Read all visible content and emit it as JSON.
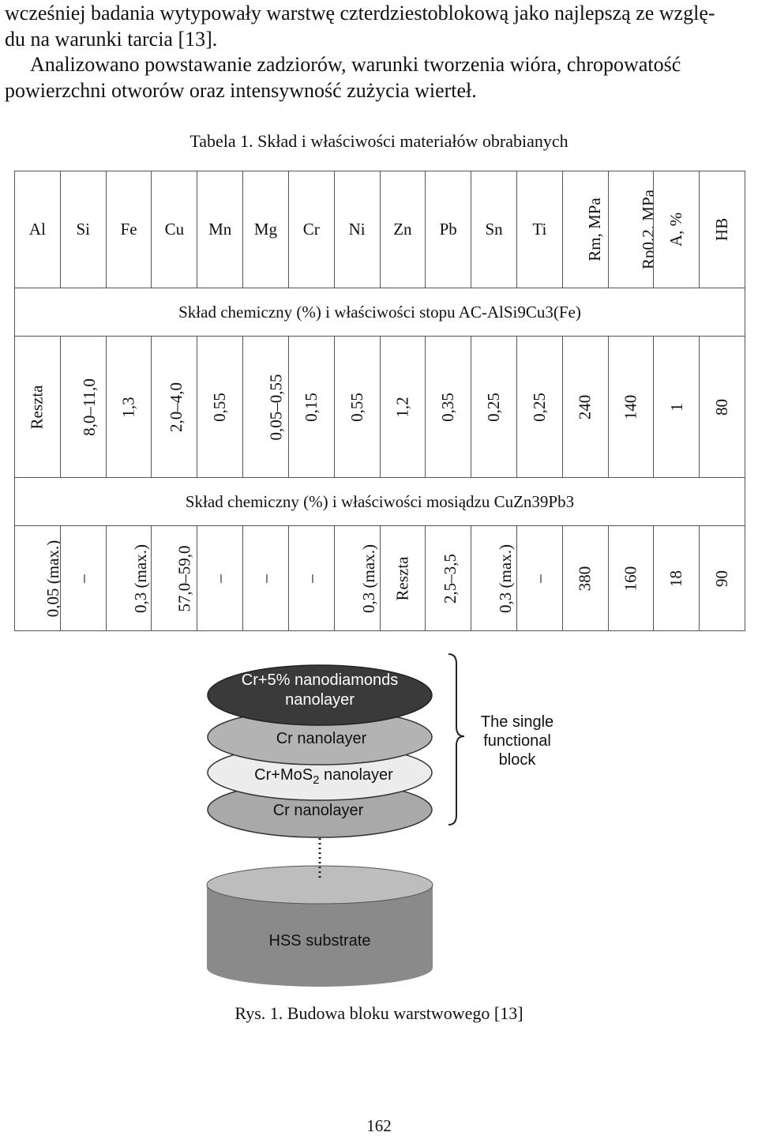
{
  "paragraphs": {
    "p1_line1": "wcześniej badania wytypowały warstwę czterdziestoblokową jako najlepszą ze wzglę-",
    "p1_line2": "du na warunki tarcia [13].",
    "p2_line1": "Analizowano powstawanie zadziorów, warunki tworzenia wióra, chropowatość",
    "p2_line2": "powierzchni otworów oraz intensywność zużycia wierteł."
  },
  "table": {
    "caption": "Tabela 1. Skład i właściwości materiałów obrabianych",
    "headers": [
      "Al",
      "Si",
      "Fe",
      "Cu",
      "Mn",
      "Mg",
      "Cr",
      "Ni",
      "Zn",
      "Pb",
      "Sn",
      "Ti",
      "Rm, MPa",
      "Rp0.2, MPa",
      "A, %",
      "HB"
    ],
    "section1": "Skład chemiczny (%) i właściwości stopu AC-AlSi9Cu3(Fe)",
    "row1": [
      "Reszta",
      "8,0–11,0",
      "1,3",
      "2,0–4,0",
      "0,55",
      "0,05–0,55",
      "0,15",
      "0,55",
      "1,2",
      "0,35",
      "0,25",
      "0,25",
      "240",
      "140",
      "1",
      "80"
    ],
    "section2": "Skład chemiczny (%) i właściwości mosiądzu CuZn39Pb3",
    "row2": [
      "0,05 (max.)",
      "–",
      "0,3 (max.)",
      "57,0–59,0",
      "–",
      "–",
      "–",
      "0,3 (max.)",
      "Reszta",
      "2,5–3,5",
      "0,3 (max.)",
      "–",
      "380",
      "160",
      "18",
      "90"
    ]
  },
  "figure": {
    "layer1_line1": "Cr+5% nanodiamonds",
    "layer1_line2": "nanolayer",
    "layer2": "Cr nanolayer",
    "layer3_a": "Cr+MoS",
    "layer3_sub": "2",
    "layer3_b": " nanolayer",
    "layer4": "Cr nanolayer",
    "substrate": "HSS substrate",
    "block_label_line1": "The single",
    "block_label_line2": "functional",
    "block_label_line3": "block",
    "caption": "Rys. 1. Budowa bloku warstwowego [13]",
    "colors": {
      "layer1": "#3a3a3a",
      "layer2": "#b3b3b3",
      "layer3": "#ececec",
      "layer4": "#a9a9a9",
      "substrate_top": "#bdbdbd",
      "substrate_side": "#8a8a8a"
    }
  },
  "page_number": "162"
}
